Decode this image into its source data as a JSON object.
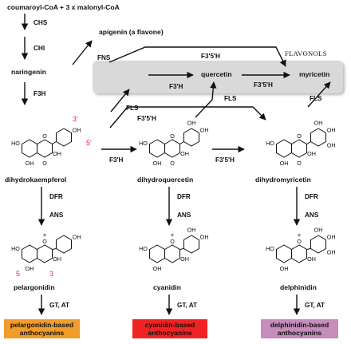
{
  "diagram": {
    "start_label": "coumaroyl-CoA + 3 x malonyl-CoA",
    "families_label": "FLAVONOLS",
    "enzymes": {
      "chs": "CHS",
      "chi": "CHI",
      "fns": "FNS",
      "f3h": "F3H",
      "fls": "FLS",
      "f3p": "F3'H",
      "f35": "F3'5'H",
      "dfr": "DFR",
      "ans": "ANS",
      "gtat": "GT, AT"
    },
    "compounds": {
      "naringenin": "naringenin",
      "apigenin": "apigenin (a flavone)",
      "quercetin": "quercetin",
      "myricetin": "myricetin",
      "dihydrokaempferol": "dihydrokaempferol",
      "dihydroquercetin": "dihydroquercetin",
      "dihydromyricetin": "dihydromyricetin",
      "pelargonidin": "pelargonidin",
      "cyanidin": "cyanidin",
      "delphinidin": "delphinidin"
    },
    "position_labels": {
      "p3": "3'",
      "p5": "5'",
      "a5": "5",
      "a3": "3"
    },
    "atoms": {
      "oh": "OH",
      "ho": "HO",
      "o": "O",
      "plus": "+"
    },
    "products": [
      {
        "label": "pelargonidin-based anthocyanins",
        "color": "#f29c2c"
      },
      {
        "label": "cyanidin-based anthocyanins",
        "color": "#ef2323"
      },
      {
        "label": "delphinidin-based anthocyanins",
        "color": "#c58cbc"
      }
    ],
    "flavonol_band_color": "#d9d9d9"
  }
}
